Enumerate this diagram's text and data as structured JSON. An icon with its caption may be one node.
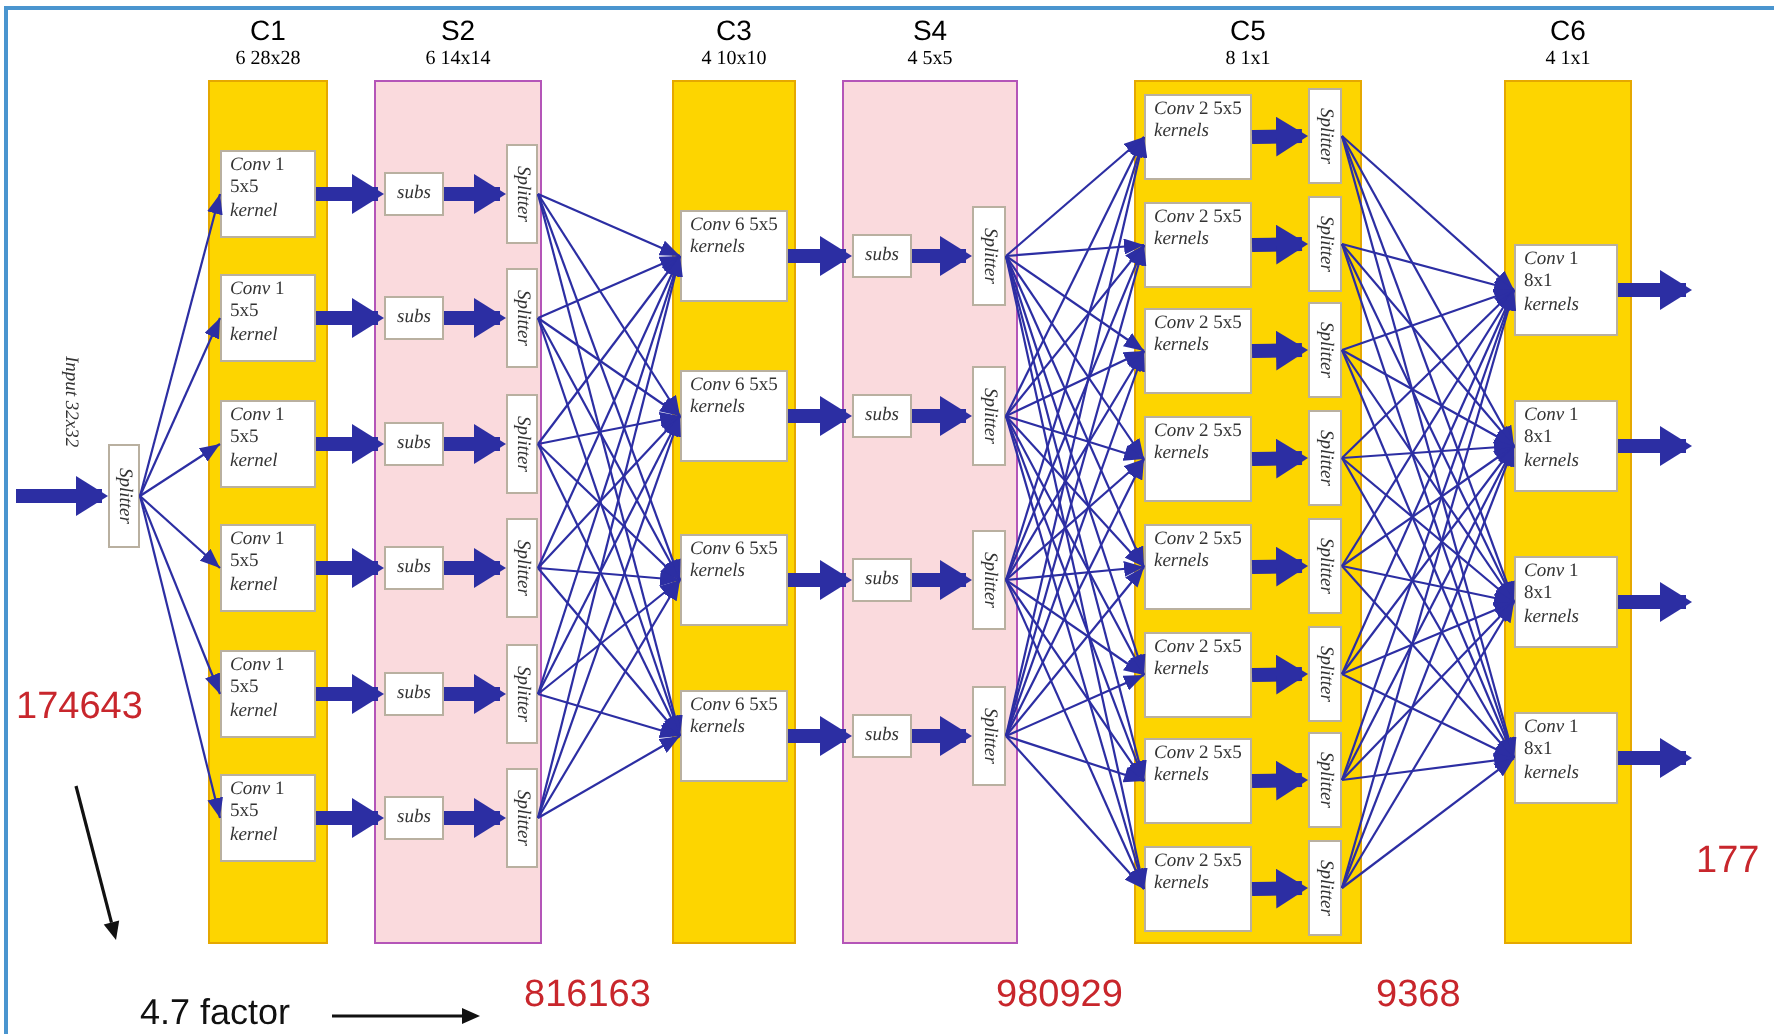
{
  "diagram": {
    "nodes": [
      {
        "text": [
          "Splitter"
        ],
        "beside": [
          "Input 32x32"
        ]
      },
      {
        "text": [
          "C1",
          "6 28x28"
        ]
      },
      {
        "text": [
          "*Conv* 1 5x5 *kernel*"
        ],
        "in": 1
      },
      {
        "text": [
          "*Conv* 1 5x5 *kernel*"
        ],
        "in": 1
      },
      {
        "text": [
          "*Conv* 1 5x5 *kernel*"
        ],
        "in": 1
      },
      {
        "text": [
          "*Conv* 1 5x5 *kernel*"
        ],
        "in": 1
      },
      {
        "text": [
          "*Conv* 1 5x5 *kernel*"
        ],
        "in": 1
      },
      {
        "text": [
          "*Conv* 1 5x5 *kernel*"
        ],
        "in": 1
      },
      {
        "text": [
          "S2",
          "6 14x14"
        ]
      },
      {
        "text": [
          "subs"
        ],
        "in": 8
      },
      {
        "text": [
          "subs"
        ],
        "in": 8
      },
      {
        "text": [
          "subs"
        ],
        "in": 8
      },
      {
        "text": [
          "subs"
        ],
        "in": 8
      },
      {
        "text": [
          "subs"
        ],
        "in": 8
      },
      {
        "text": [
          "subs"
        ],
        "in": 8
      },
      {
        "text": [
          "Splitter"
        ],
        "in": 8
      },
      {
        "text": [
          "Splitter"
        ],
        "in": 8
      },
      {
        "text": [
          "Splitter"
        ],
        "in": 8
      },
      {
        "text": [
          "Splitter"
        ],
        "in": 8
      },
      {
        "text": [
          "Splitter"
        ],
        "in": 8
      },
      {
        "text": [
          "Splitter"
        ],
        "in": 8
      },
      {
        "text": [
          "C3",
          "4 10x10"
        ]
      },
      {
        "text": [
          "*Conv* 6 5x5 *kernels*"
        ],
        "in": 21
      },
      {
        "text": [
          "*Conv* 6 5x5 *kernels*"
        ],
        "in": 21
      },
      {
        "text": [
          "*Conv* 6 5x5 *kernels*"
        ],
        "in": 21
      },
      {
        "text": [
          "*Conv* 6 5x5 *kernels*"
        ],
        "in": 21
      },
      {
        "text": [
          "S4",
          "4 5x5"
        ]
      },
      {
        "text": [
          "subs"
        ],
        "in": 26
      },
      {
        "text": [
          "subs"
        ],
        "in": 26
      },
      {
        "text": [
          "subs"
        ],
        "in": 26
      },
      {
        "text": [
          "subs"
        ],
        "in": 26
      },
      {
        "text": [
          "Splitter"
        ],
        "in": 26
      },
      {
        "text": [
          "Splitter"
        ],
        "in": 26
      },
      {
        "text": [
          "Splitter"
        ],
        "in": 26
      },
      {
        "text": [
          "Splitter"
        ],
        "in": 26
      },
      {
        "text": [
          "C5",
          "8 1x1"
        ]
      },
      {
        "text": [
          "*Conv* 2 5x5 *kernels*"
        ],
        "in": 35
      },
      {
        "text": [
          "*Conv* 2 5x5 *kernels*"
        ],
        "in": 35
      },
      {
        "text": [
          "*Conv* 2 5x5 *kernels*"
        ],
        "in": 35
      },
      {
        "text": [
          "*Conv* 2 5x5 *kernels*"
        ],
        "in": 35
      },
      {
        "text": [
          "*Conv* 2 5x5 *kernels*"
        ],
        "in": 35
      },
      {
        "text": [
          "*Conv* 2 5x5 *kernels*"
        ],
        "in": 35
      },
      {
        "text": [
          "*Conv* 2 5x5 *kernels*"
        ],
        "in": 35
      },
      {
        "text": [
          "*Conv* 2 5x5 *kernels*"
        ],
        "in": 35
      },
      {
        "text": [
          "Splitter"
        ],
        "in": 35
      },
      {
        "text": [
          "Splitter"
        ],
        "in": 35
      },
      {
        "text": [
          "Splitter"
        ],
        "in": 35
      },
      {
        "text": [
          "Splitter"
        ],
        "in": 35
      },
      {
        "text": [
          "Splitter"
        ],
        "in": 35
      },
      {
        "text": [
          "Splitter"
        ],
        "in": 35
      },
      {
        "text": [
          "Splitter"
        ],
        "in": 35
      },
      {
        "text": [
          "Splitter"
        ],
        "in": 35
      },
      {
        "text": [
          "C6",
          "4 1x1"
        ]
      },
      {
        "text": [
          "*Conv* 1 8x1 *kernels*"
        ],
        "in": 52
      },
      {
        "text": [
          "*Conv* 1 8x1 *kernels*"
        ],
        "in": 52
      },
      {
        "text": [
          "*Conv* 1 8x1 *kernels*"
        ],
        "in": 52
      },
      {
        "text": [
          "*Conv* 1 8x1 *kernels*"
        ],
        "in": 52
      }
    ],
    "edges": [
      {
        "from": null,
        "to": 0,
        "arrow": "to",
        "style": "thick"
      },
      {
        "from": 0,
        "to": 2,
        "arrow": "to"
      },
      {
        "from": 0,
        "to": 3,
        "arrow": "to"
      },
      {
        "from": 0,
        "to": 4,
        "arrow": "to"
      },
      {
        "from": 0,
        "to": 5,
        "arrow": "to"
      },
      {
        "from": 0,
        "to": 6,
        "arrow": "to"
      },
      {
        "from": 0,
        "to": 7,
        "arrow": "to"
      },
      {
        "from": 2,
        "to": 9,
        "arrow": "to",
        "style": "thick"
      },
      {
        "from": 3,
        "to": 10,
        "arrow": "to",
        "style": "thick"
      },
      {
        "from": 4,
        "to": 11,
        "arrow": "to",
        "style": "thick"
      },
      {
        "from": 5,
        "to": 12,
        "arrow": "to",
        "style": "thick"
      },
      {
        "from": 6,
        "to": 13,
        "arrow": "to",
        "style": "thick"
      },
      {
        "from": 7,
        "to": 14,
        "arrow": "to",
        "style": "thick"
      },
      {
        "from": 9,
        "to": 15,
        "arrow": "to",
        "style": "thick"
      },
      {
        "from": 10,
        "to": 16,
        "arrow": "to",
        "style": "thick"
      },
      {
        "from": 11,
        "to": 17,
        "arrow": "to",
        "style": "thick"
      },
      {
        "from": 12,
        "to": 18,
        "arrow": "to",
        "style": "thick"
      },
      {
        "from": 13,
        "to": 19,
        "arrow": "to",
        "style": "thick"
      },
      {
        "from": 14,
        "to": 20,
        "arrow": "to",
        "style": "thick"
      },
      {
        "from": 15,
        "to": 22,
        "arrow": "to"
      },
      {
        "from": 15,
        "to": 23,
        "arrow": "to"
      },
      {
        "from": 15,
        "to": 24,
        "arrow": "to"
      },
      {
        "from": 15,
        "to": 25,
        "arrow": "to"
      },
      {
        "from": 16,
        "to": 22,
        "arrow": "to"
      },
      {
        "from": 16,
        "to": 23,
        "arrow": "to"
      },
      {
        "from": 16,
        "to": 24,
        "arrow": "to"
      },
      {
        "from": 16,
        "to": 25,
        "arrow": "to"
      },
      {
        "from": 17,
        "to": 22,
        "arrow": "to"
      },
      {
        "from": 17,
        "to": 23,
        "arrow": "to"
      },
      {
        "from": 17,
        "to": 24,
        "arrow": "to"
      },
      {
        "from": 17,
        "to": 25,
        "arrow": "to"
      },
      {
        "from": 18,
        "to": 22,
        "arrow": "to"
      },
      {
        "from": 18,
        "to": 23,
        "arrow": "to"
      },
      {
        "from": 18,
        "to": 24,
        "arrow": "to"
      },
      {
        "from": 18,
        "to": 25,
        "arrow": "to"
      },
      {
        "from": 19,
        "to": 22,
        "arrow": "to"
      },
      {
        "from": 19,
        "to": 23,
        "arrow": "to"
      },
      {
        "from": 19,
        "to": 24,
        "arrow": "to"
      },
      {
        "from": 19,
        "to": 25,
        "arrow": "to"
      },
      {
        "from": 20,
        "to": 22,
        "arrow": "to"
      },
      {
        "from": 20,
        "to": 23,
        "arrow": "to"
      },
      {
        "from": 20,
        "to": 24,
        "arrow": "to"
      },
      {
        "from": 20,
        "to": 25,
        "arrow": "to"
      },
      {
        "from": 22,
        "to": 27,
        "arrow": "to",
        "style": "thick"
      },
      {
        "from": 23,
        "to": 28,
        "arrow": "to",
        "style": "thick"
      },
      {
        "from": 24,
        "to": 29,
        "arrow": "to",
        "style": "thick"
      },
      {
        "from": 25,
        "to": 30,
        "arrow": "to",
        "style": "thick"
      },
      {
        "from": 27,
        "to": 31,
        "arrow": "to",
        "style": "thick"
      },
      {
        "from": 28,
        "to": 32,
        "arrow": "to",
        "style": "thick"
      },
      {
        "from": 29,
        "to": 33,
        "arrow": "to",
        "style": "thick"
      },
      {
        "from": 30,
        "to": 34,
        "arrow": "to",
        "style": "thick"
      },
      {
        "from": 31,
        "to": 36,
        "arrow": "to"
      },
      {
        "from": 31,
        "to": 37,
        "arrow": "to"
      },
      {
        "from": 31,
        "to": 38,
        "arrow": "to"
      },
      {
        "from": 31,
        "to": 39,
        "arrow": "to"
      },
      {
        "from": 31,
        "to": 40,
        "arrow": "to"
      },
      {
        "from": 31,
        "to": 41,
        "arrow": "to"
      },
      {
        "from": 31,
        "to": 42,
        "arrow": "to"
      },
      {
        "from": 31,
        "to": 43,
        "arrow": "to"
      },
      {
        "from": 32,
        "to": 36,
        "arrow": "to"
      },
      {
        "from": 32,
        "to": 37,
        "arrow": "to"
      },
      {
        "from": 32,
        "to": 38,
        "arrow": "to"
      },
      {
        "from": 32,
        "to": 39,
        "arrow": "to"
      },
      {
        "from": 32,
        "to": 40,
        "arrow": "to"
      },
      {
        "from": 32,
        "to": 41,
        "arrow": "to"
      },
      {
        "from": 32,
        "to": 42,
        "arrow": "to"
      },
      {
        "from": 32,
        "to": 43,
        "arrow": "to"
      },
      {
        "from": 33,
        "to": 36,
        "arrow": "to"
      },
      {
        "from": 33,
        "to": 37,
        "arrow": "to"
      },
      {
        "from": 33,
        "to": 38,
        "arrow": "to"
      },
      {
        "from": 33,
        "to": 39,
        "arrow": "to"
      },
      {
        "from": 33,
        "to": 40,
        "arrow": "to"
      },
      {
        "from": 33,
        "to": 41,
        "arrow": "to"
      },
      {
        "from": 33,
        "to": 42,
        "arrow": "to"
      },
      {
        "from": 33,
        "to": 43,
        "arrow": "to"
      },
      {
        "from": 34,
        "to": 36,
        "arrow": "to"
      },
      {
        "from": 34,
        "to": 37,
        "arrow": "to"
      },
      {
        "from": 34,
        "to": 38,
        "arrow": "to"
      },
      {
        "from": 34,
        "to": 39,
        "arrow": "to"
      },
      {
        "from": 34,
        "to": 40,
        "arrow": "to"
      },
      {
        "from": 34,
        "to": 41,
        "arrow": "to"
      },
      {
        "from": 34,
        "to": 42,
        "arrow": "to"
      },
      {
        "from": 34,
        "to": 43,
        "arrow": "to"
      },
      {
        "from": 36,
        "to": 44,
        "arrow": "to",
        "style": "thick"
      },
      {
        "from": 37,
        "to": 45,
        "arrow": "to",
        "style": "thick"
      },
      {
        "from": 38,
        "to": 46,
        "arrow": "to",
        "style": "thick"
      },
      {
        "from": 39,
        "to": 47,
        "arrow": "to",
        "style": "thick"
      },
      {
        "from": 40,
        "to": 48,
        "arrow": "to",
        "style": "thick"
      },
      {
        "from": 41,
        "to": 49,
        "arrow": "to",
        "style": "thick"
      },
      {
        "from": 42,
        "to": 50,
        "arrow": "to",
        "style": "thick"
      },
      {
        "from": 43,
        "to": 51,
        "arrow": "to",
        "style": "thick"
      },
      {
        "from": 44,
        "to": 53,
        "arrow": "to"
      },
      {
        "from": 44,
        "to": 54,
        "arrow": "to"
      },
      {
        "from": 44,
        "to": 55,
        "arrow": "to"
      },
      {
        "from": 44,
        "to": 56,
        "arrow": "to"
      },
      {
        "from": 45,
        "to": 53,
        "arrow": "to"
      },
      {
        "from": 45,
        "to": 54,
        "arrow": "to"
      },
      {
        "from": 45,
        "to": 55,
        "arrow": "to"
      },
      {
        "from": 45,
        "to": 56,
        "arrow": "to"
      },
      {
        "from": 46,
        "to": 53,
        "arrow": "to"
      },
      {
        "from": 46,
        "to": 54,
        "arrow": "to"
      },
      {
        "from": 46,
        "to": 55,
        "arrow": "to"
      },
      {
        "from": 46,
        "to": 56,
        "arrow": "to"
      },
      {
        "from": 47,
        "to": 53,
        "arrow": "to"
      },
      {
        "from": 47,
        "to": 54,
        "arrow": "to"
      },
      {
        "from": 47,
        "to": 55,
        "arrow": "to"
      },
      {
        "from": 47,
        "to": 56,
        "arrow": "to"
      },
      {
        "from": 48,
        "to": 53,
        "arrow": "to"
      },
      {
        "from": 48,
        "to": 54,
        "arrow": "to"
      },
      {
        "from": 48,
        "to": 55,
        "arrow": "to"
      },
      {
        "from": 48,
        "to": 56,
        "arrow": "to"
      },
      {
        "from": 49,
        "to": 53,
        "arrow": "to"
      },
      {
        "from": 49,
        "to": 54,
        "arrow": "to"
      },
      {
        "from": 49,
        "to": 55,
        "arrow": "to"
      },
      {
        "from": 49,
        "to": 56,
        "arrow": "to"
      },
      {
        "from": 50,
        "to": 53,
        "arrow": "to"
      },
      {
        "from": 50,
        "to": 54,
        "arrow": "to"
      },
      {
        "from": 50,
        "to": 55,
        "arrow": "to"
      },
      {
        "from": 50,
        "to": 56,
        "arrow": "to"
      },
      {
        "from": 51,
        "to": 53,
        "arrow": "to"
      },
      {
        "from": 51,
        "to": 54,
        "arrow": "to"
      },
      {
        "from": 51,
        "to": 55,
        "arrow": "to"
      },
      {
        "from": 51,
        "to": 56,
        "arrow": "to"
      },
      {
        "from": 53,
        "to": null,
        "arrow": "to",
        "style": "thick"
      },
      {
        "from": 54,
        "to": null,
        "arrow": "to",
        "style": "thick"
      },
      {
        "from": 55,
        "to": null,
        "arrow": "to",
        "style": "thick"
      },
      {
        "from": 56,
        "to": null,
        "arrow": "to",
        "style": "thick"
      }
    ],
    "labels": [
      "174643",
      "4.7 factor",
      "816163",
      "980929",
      "9368",
      "177"
    ]
  }
}
